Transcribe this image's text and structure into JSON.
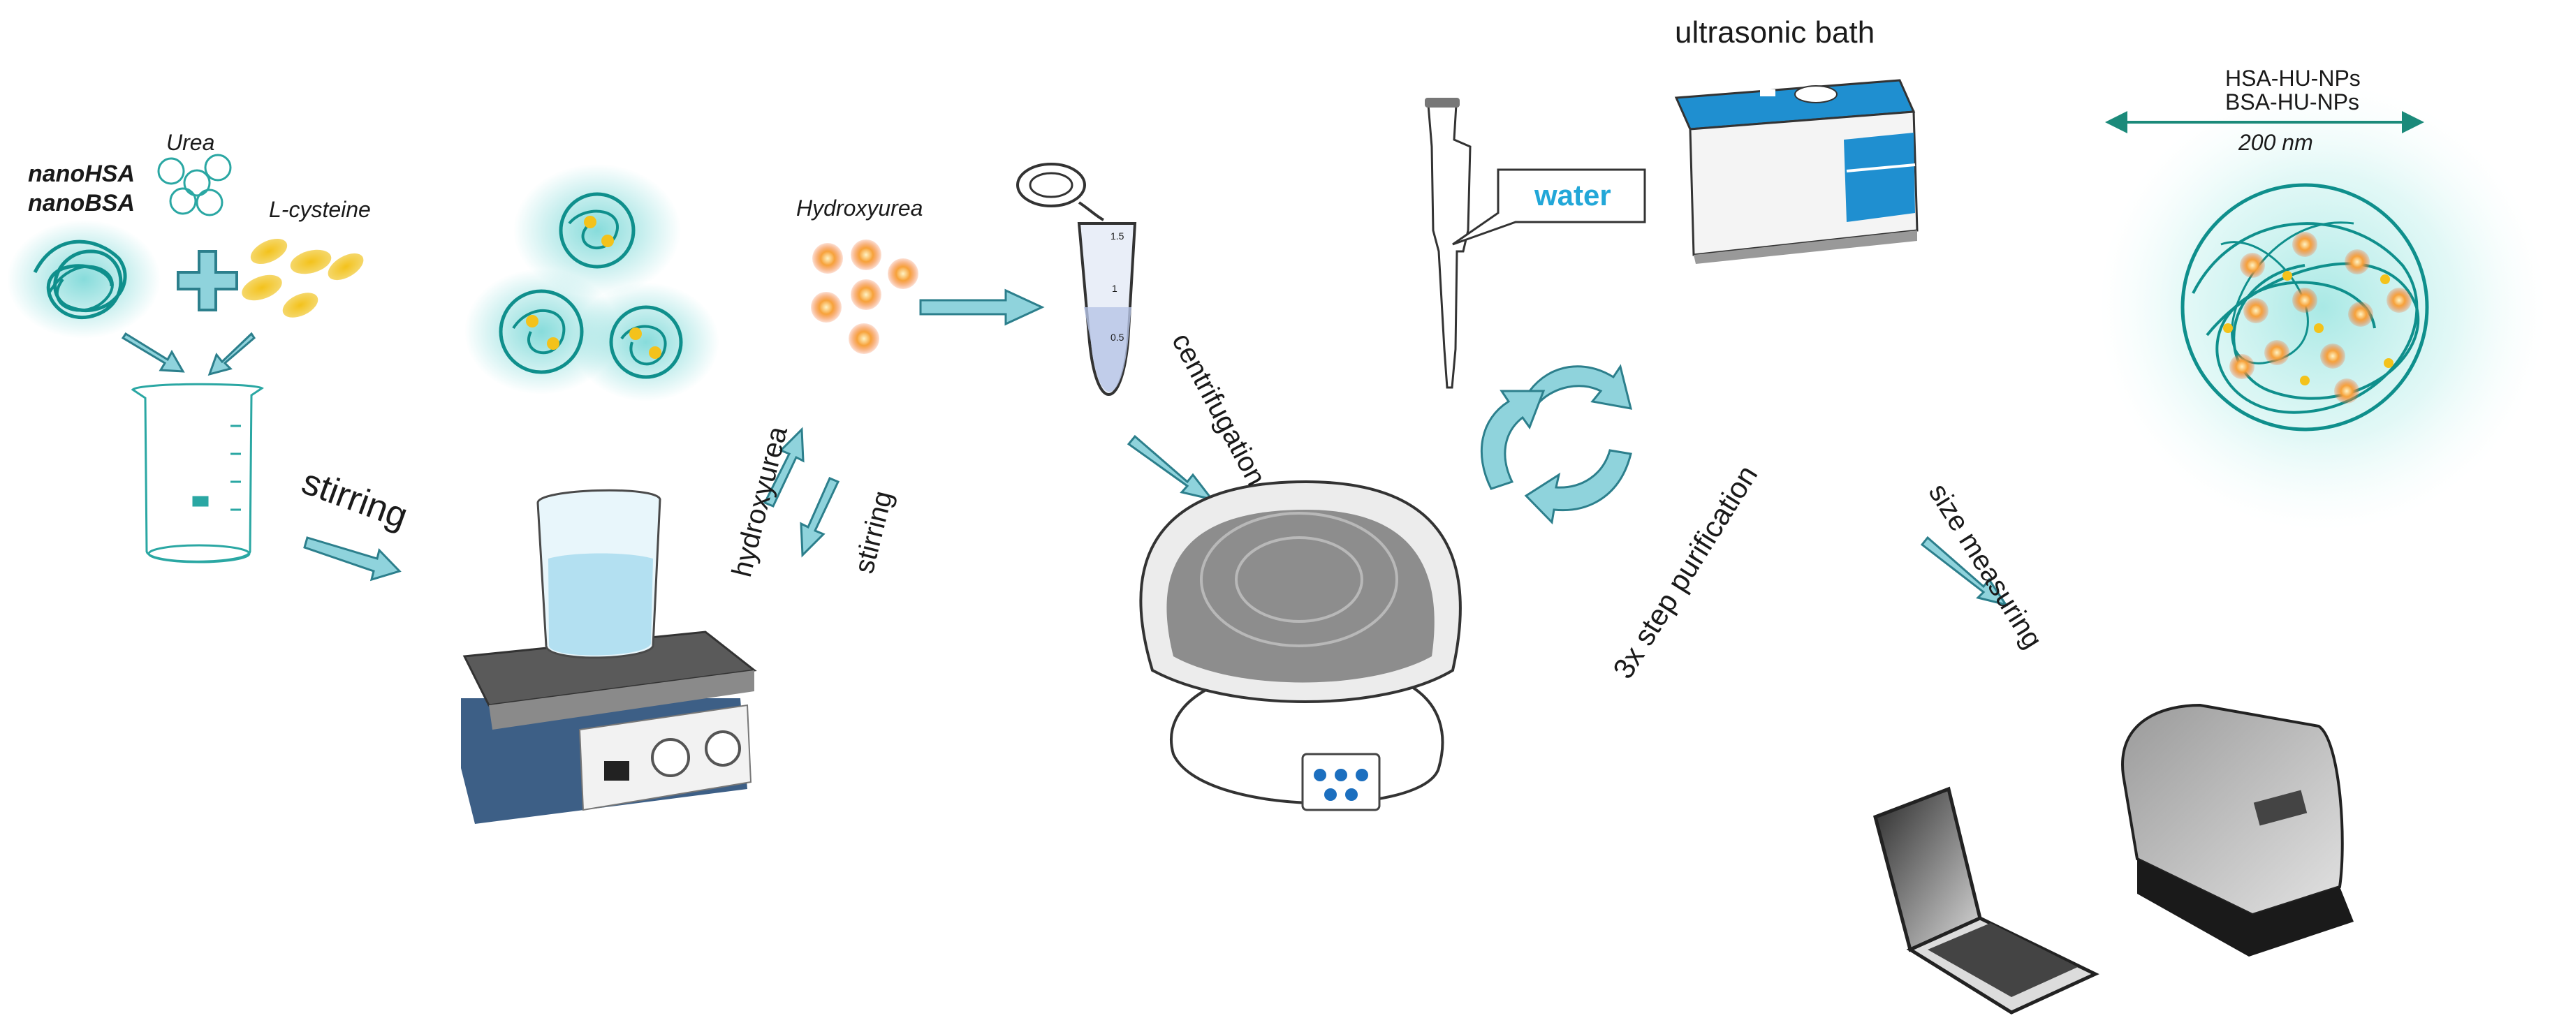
{
  "labels": {
    "nano_hsa": "nanoHSA",
    "nano_bsa": "nanoBSA",
    "urea": "Urea",
    "l_cysteine": "L-cysteine",
    "stirring_main": "stirring",
    "hydroxyurea_reagent": "Hydroxyurea",
    "hydroxyurea_step": "hydroxyurea",
    "stirring_step": "stirring",
    "centrifugation": "centrifugation",
    "water": "water",
    "ultrasonic_bath": "ultrasonic bath",
    "purification": "3x step purification",
    "size_measuring": "size measuring",
    "hsa_np": "HSA-HU-NPs",
    "bsa_np": "BSA-HU-NPs",
    "size_scale": "200 nm"
  },
  "tube_marks": [
    "1.5",
    "1",
    "0.5"
  ],
  "colors": {
    "teal": "#0f8f8c",
    "teal_light": "#5fd0cf",
    "arrow_fill": "#8fd3dc",
    "arrow_stroke": "#2c7f8c",
    "orange": "#f26a2a",
    "yellow": "#f3c21b",
    "water_text": "#22a7d8",
    "bath_blue": "#1f8fd0",
    "stirrer_blue": "#3d5f86"
  }
}
